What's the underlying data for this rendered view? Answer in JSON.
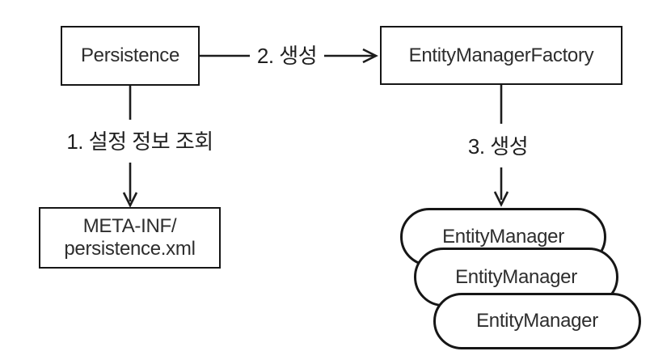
{
  "canvas": {
    "background_color": "#ffffff",
    "line_color": "#1c1c1c",
    "text_color": "#2d2d2d"
  },
  "nodes": {
    "persistence": {
      "label": "Persistence"
    },
    "entity_manager_factory": {
      "label": "EntityManagerFactory"
    },
    "meta_inf": {
      "lines": [
        "META-INF/",
        "persistence.xml"
      ]
    },
    "entity_managers": [
      {
        "label": "EntityManager"
      },
      {
        "label": "EntityManager"
      },
      {
        "label": "EntityManager"
      }
    ]
  },
  "edges": {
    "config_lookup": {
      "label": "1. 설정 정보 조회"
    },
    "create_factory": {
      "label": "2. 생성"
    },
    "create_manager": {
      "label": "3. 생성"
    }
  }
}
